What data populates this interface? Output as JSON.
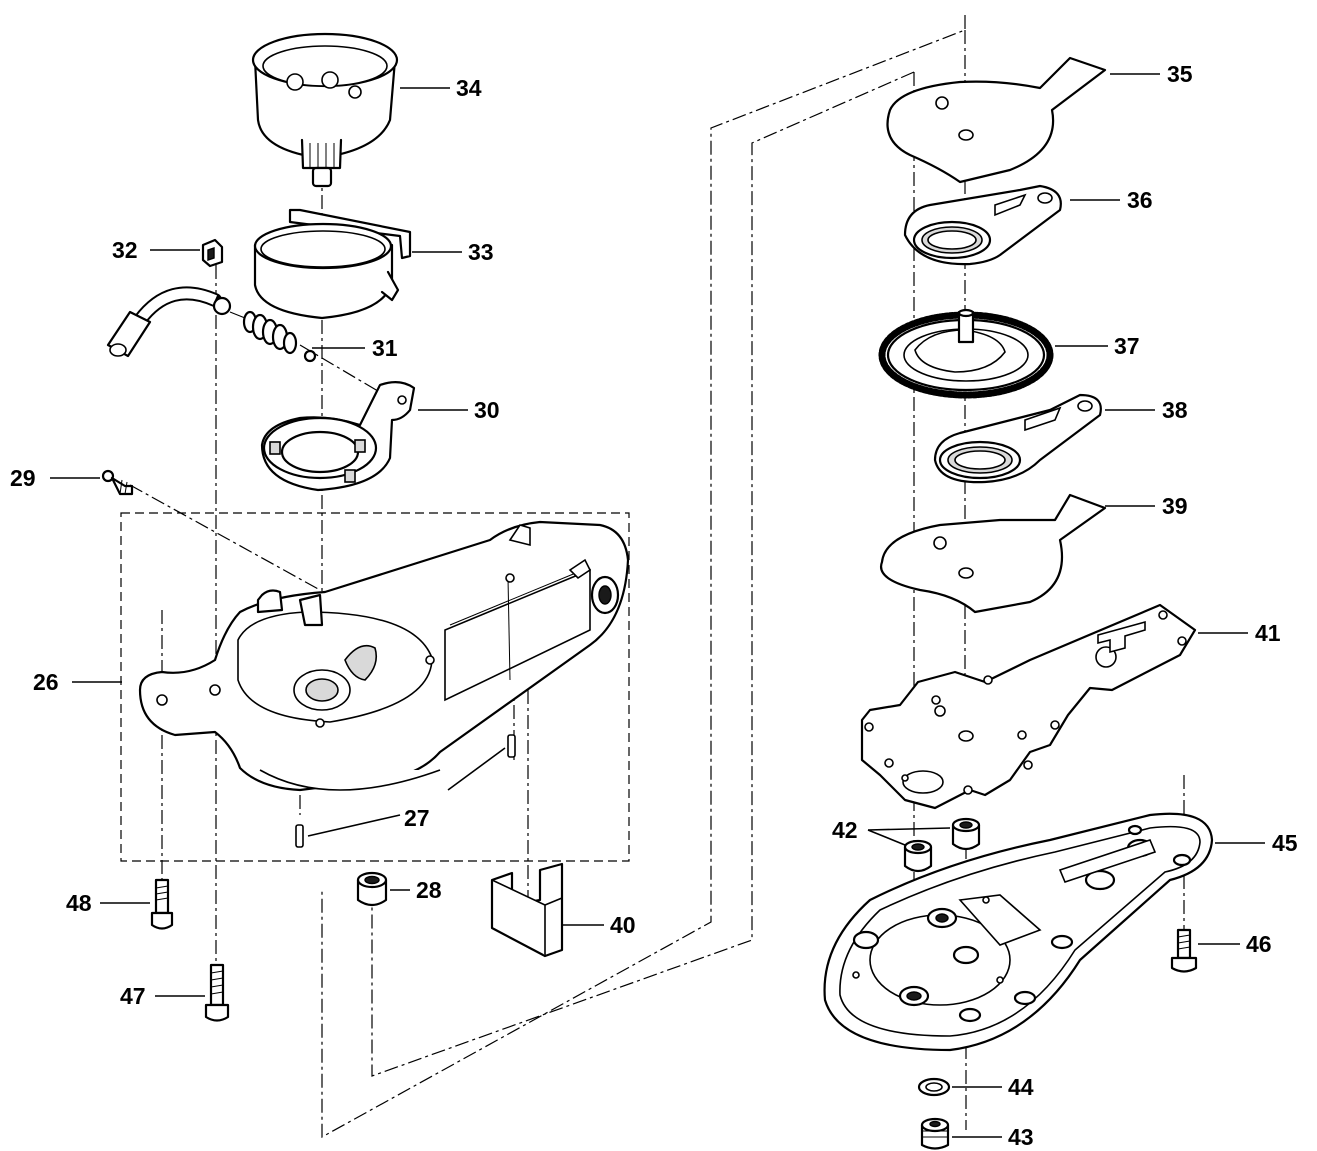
{
  "diagram": {
    "labels": [
      "26",
      "27",
      "28",
      "29",
      "30",
      "31",
      "32",
      "33",
      "34",
      "35",
      "36",
      "37",
      "38",
      "39",
      "40",
      "41",
      "42",
      "43",
      "44",
      "45",
      "46",
      "47",
      "48"
    ]
  }
}
